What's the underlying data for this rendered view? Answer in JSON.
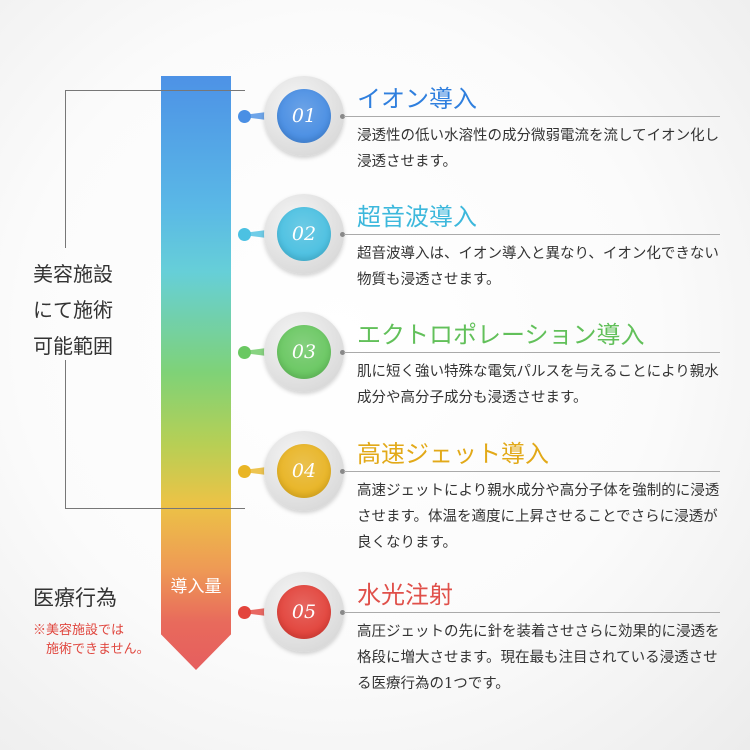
{
  "bar": {
    "label": "導入量"
  },
  "bracket": {
    "lines": [
      "美容施設",
      "にて施術",
      "可能範囲"
    ]
  },
  "medical": {
    "label": "医療行為",
    "note_line1": "※美容施設では",
    "note_line2": "施術できません。"
  },
  "items": [
    {
      "number": "01",
      "title": "イオン導入",
      "color": "#2f7fde",
      "circle": "#4a8fe4",
      "description": "浸透性の低い水溶性の成分微弱電流を流してイオン化し浸透させます。"
    },
    {
      "number": "02",
      "title": "超音波導入",
      "color": "#3db8dc",
      "circle": "#4cc1e2",
      "description": "超音波導入は、イオン導入と異なり、イオン化できない物質も浸透させます。"
    },
    {
      "number": "03",
      "title": "エクトロポレーション導入",
      "color": "#62c05a",
      "circle": "#6ac862",
      "description": "肌に短く強い特殊な電気パルスを与えることにより親水成分や高分子成分も浸透させます。"
    },
    {
      "number": "04",
      "title": "高速ジェット導入",
      "color": "#e2a918",
      "circle": "#e9b525",
      "description": "高速ジェットにより親水成分や高分子体を強制的に浸透させます。体温を適度に上昇させることでさらに浸透が良くなります。"
    },
    {
      "number": "05",
      "title": "水光注射",
      "color": "#e0504a",
      "circle": "#e3443c",
      "description": "高圧ジェットの先に針を装着させさらに効果的に浸透を格段に増大させます。現在最も注目されている浸透させる医療行為の1つです。"
    }
  ]
}
